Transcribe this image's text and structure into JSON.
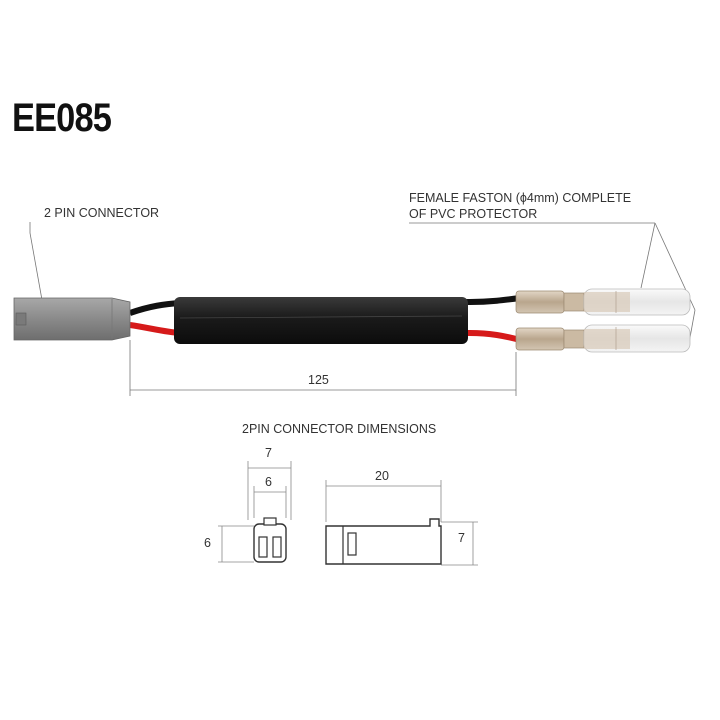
{
  "title": "EE085",
  "labels": {
    "connector": "2 PIN CONNECTOR",
    "faston_line1": "FEMALE FASTON (ϕ4mm) COMPLETE",
    "faston_line2": "OF PVC PROTECTOR",
    "dimensions_title": "2PIN CONNECTOR  DIMENSIONS"
  },
  "dimensions": {
    "cable_length": "125",
    "front_width_outer": "7",
    "front_width_inner": "6",
    "front_height": "6",
    "side_length": "20",
    "side_height": "7"
  },
  "colors": {
    "wire_red": "#d61a1a",
    "wire_black": "#111111",
    "sleeve": "#1c1c1c",
    "connector": "#8f8f8f",
    "faston_metal": "#c9b9a3",
    "pvc": "#eeeeee"
  }
}
